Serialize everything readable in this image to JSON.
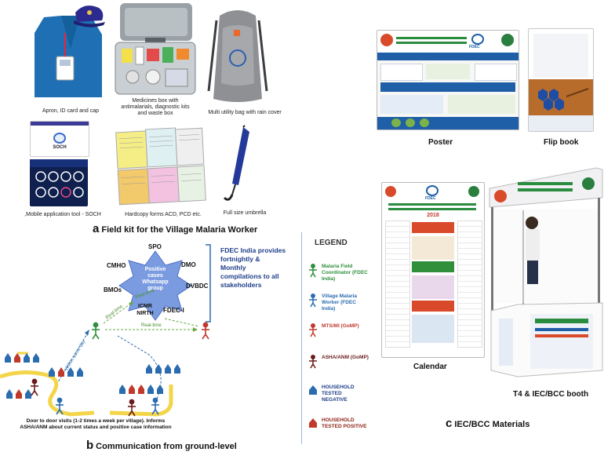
{
  "panel_a": {
    "items": [
      {
        "caption": "Apron, ID card and cap"
      },
      {
        "caption": "Medicines box with antimalarials, diagnostic kits and waste box"
      },
      {
        "caption": "Multi utility bag with rain cover"
      },
      {
        "caption": ",Mobile application tool - SOCH"
      },
      {
        "caption": "Hardcopy forms ACD, PCD etc."
      },
      {
        "caption": "Full size umbrella"
      }
    ],
    "app_name": "SOCH",
    "letter": "a",
    "title": "Field kit for the Village Malaria Worker"
  },
  "panel_b": {
    "letter": "b",
    "title": "Communication from ground-level",
    "hub_text": "Positive cases Whatsapp group",
    "nodes": [
      "SPO",
      "DMO",
      "DVBDC",
      "FDEC-I",
      "ICMR NIRTH",
      "BMOs",
      "CMHO"
    ],
    "fdec_note": "FDEC India provides fortnightly & Monthly compilations to all stakeholders",
    "realtime_labels": [
      "Real-time",
      "Real-time",
      "Real-time"
    ],
    "within_same_day": "Within same day",
    "door_to_door": "Door to door visits (1-2 times a week per village). Informs ASHA/ANM about current status and positive case information"
  },
  "legend": {
    "title": "LEGEND",
    "items": [
      {
        "label": "Malaria Field Coordinator (FDEC India)",
        "color": "#2f8f3b",
        "icon": "person-icon"
      },
      {
        "label": "Village Malaria Worker (FDEC India)",
        "color": "#2b6cb0",
        "icon": "person-icon"
      },
      {
        "label": "MTS/MI (GoMP)",
        "color": "#c0392b",
        "icon": "person-icon"
      },
      {
        "label": "ASHA/ANM (GoMP)",
        "color": "#6b1b1b",
        "icon": "person-icon"
      },
      {
        "label": "HOUSEHOLD TESTED NEGATIVE",
        "color": "#2b6cb0",
        "icon": "house-icon"
      },
      {
        "label": "HOUSEHOLD TESTED POSITIVE",
        "color": "#c0392b",
        "icon": "house-icon"
      }
    ]
  },
  "panel_c": {
    "letter": "c",
    "title": "IEC/BCC Materials",
    "poster_caption": "Poster",
    "flipbook_caption": "Flip book",
    "calendar_caption": "Calendar",
    "booth_caption": "T4 & IEC/BCC booth",
    "brand": "FDEC",
    "year": "2018"
  },
  "colors": {
    "blue": "#2b6cb0",
    "green": "#2f8f3b",
    "red": "#c0392b",
    "dark": "#6b1b1b",
    "hub": "#6a8fd6",
    "poster_bg": "#1f5fa8",
    "yellow_road": "#f3d54a"
  }
}
